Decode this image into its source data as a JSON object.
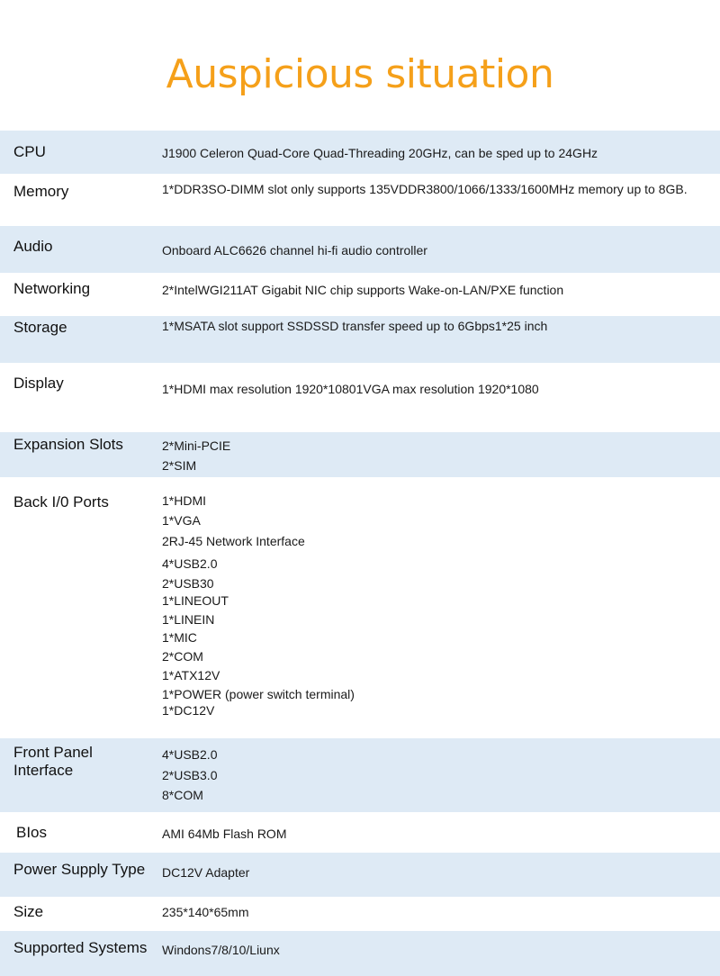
{
  "title": "Auspicious situation",
  "specs": [
    {
      "label": "CPU",
      "values": [
        "J1900 Celeron Quad-Core Quad-Threading 20GHz, can be sped up to 24GHz"
      ]
    },
    {
      "label": "Memory",
      "values": [
        "1*DDR3SO-DIMM slot only supports 135VDDR3800/1066/1333/1600MHz memory up to 8GB."
      ]
    },
    {
      "label": "Audio",
      "values": [
        "Onboard ALC6626 channel hi-fi audio controller"
      ]
    },
    {
      "label": "Networking",
      "values": [
        "2*IntelWGI211AT Gigabit NIC chip supports Wake-on-LAN/PXE function"
      ]
    },
    {
      "label": "Storage",
      "values": [
        "1*MSATA slot support SSDSSD transfer speed up to 6Gbps1*25 inch"
      ]
    },
    {
      "label": "Display",
      "values": [
        "1*HDMI max resolution 1920*10801VGA max resolution 1920*1080"
      ]
    },
    {
      "label": "Expansion Slots",
      "values": [
        "2*Mini-PCIE",
        "2*SIM"
      ]
    },
    {
      "label": "Back I/0 Ports",
      "values": [
        "1*HDMI",
        "1*VGA",
        "2RJ-45 Network Interface",
        "4*USB2.0",
        "2*USB30",
        "1*LINEOUT",
        "1*LINEIN",
        "1*MIC",
        "2*COM",
        "1*ATX12V",
        "1*POWER (power switch terminal)",
        "1*DC12V"
      ]
    },
    {
      "label": "Front Panel\nInterface",
      "values": [
        "4*USB2.0",
        "2*USB3.0",
        "8*COM"
      ]
    },
    {
      "label": "BIos",
      "values": [
        "AMI 64Mb Flash ROM"
      ]
    },
    {
      "label": "Power Supply Type",
      "values": [
        "DC12V Adapter"
      ]
    },
    {
      "label": "Size",
      "values": [
        "235*140*65mm"
      ]
    },
    {
      "label": "Supported Systems",
      "values": [
        "Windons7/8/10/Liunx"
      ]
    }
  ]
}
